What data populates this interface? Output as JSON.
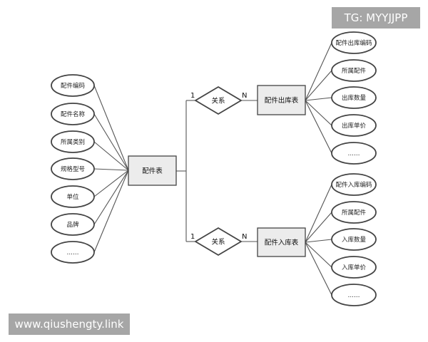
{
  "diagram": {
    "central_entity": "配件表",
    "left_attributes": [
      "配件编码",
      "配件名称",
      "所属类别",
      "规格型号",
      "单位",
      "品牌",
      "……"
    ],
    "relationships": [
      {
        "label": "关系",
        "card_left": "1",
        "card_right": "N",
        "entity": "配件出库表",
        "attributes": [
          "配件出库编码",
          "所属配件",
          "出库数量",
          "出库单价",
          "……"
        ]
      },
      {
        "label": "关系",
        "card_left": "1",
        "card_right": "N",
        "entity": "配件入库表",
        "attributes": [
          "配件入库编码",
          "所属配件",
          "入库数量",
          "入库单价",
          "……"
        ]
      }
    ]
  },
  "watermarks": {
    "top_right": "TG: MYYJJPP",
    "bottom_left": "www.qiushengty.link"
  }
}
